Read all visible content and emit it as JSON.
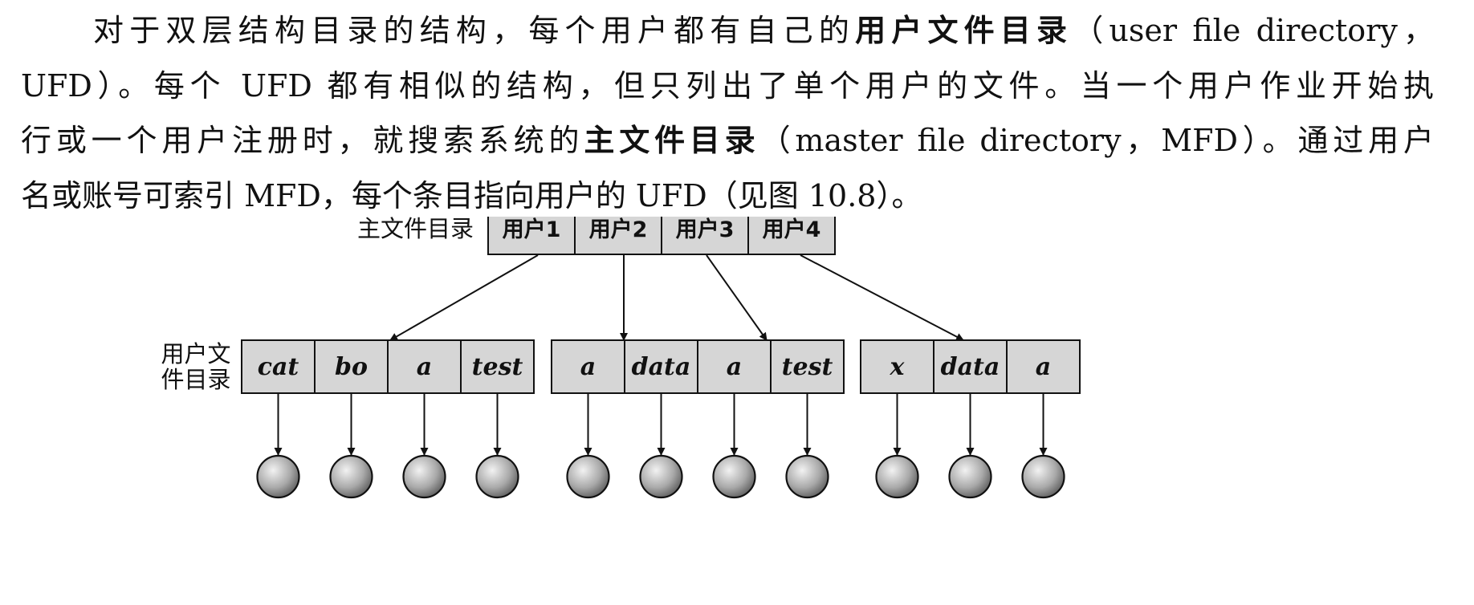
{
  "paragraph": {
    "lines": [
      [
        {
          "t": "对于双层结构目录的结构，每个用户都有自己的"
        },
        {
          "t": "用户文件目录",
          "b": true
        },
        {
          "t": "（user file directory，"
        }
      ],
      [
        {
          "t": "UFD）。每个 UFD 都有相似的结构，但只列出了单个用户的文件。当一个用户作业开始执"
        }
      ],
      [
        {
          "t": "行或一个用户注册时，就搜索系统的"
        },
        {
          "t": "主文件目录",
          "b": true
        },
        {
          "t": "（master file directory，MFD）。通过用户"
        }
      ],
      [
        {
          "t": "名或账号可索引 MFD，每个条目指向用户的 UFD（见图 10.8）。"
        }
      ]
    ]
  },
  "diagram": {
    "mfd_label": "主文件目录",
    "ufd_label_lines": [
      "用户文",
      "件目录"
    ],
    "users": [
      "用户1",
      "用户2",
      "用户3",
      "用户4"
    ],
    "user_file_directories": [
      [
        "cat",
        "bo",
        "a",
        "test"
      ],
      [
        "a",
        "data",
        "a",
        "test"
      ],
      [
        "x",
        "data",
        "a"
      ]
    ]
  }
}
